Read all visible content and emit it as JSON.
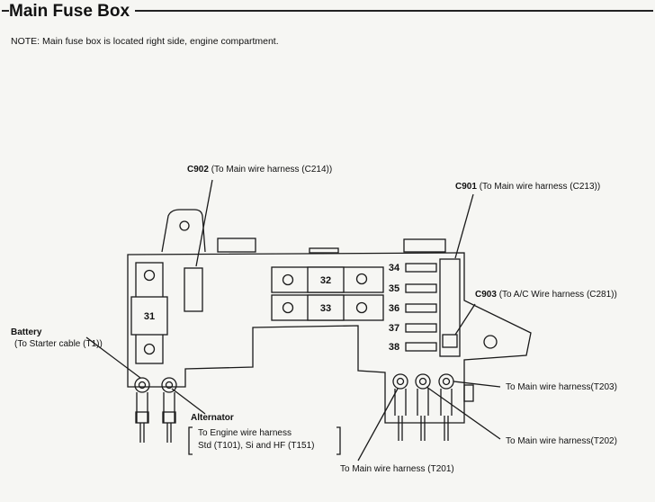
{
  "title": "Main Fuse Box",
  "note": "NOTE: Main fuse box is located right side, engine compartment.",
  "connectors": {
    "c902": {
      "id": "C902",
      "desc": "(To Main wire harness (C214))"
    },
    "c901": {
      "id": "C901",
      "desc": "(To Main wire harness (C213))"
    },
    "c903": {
      "id": "C903",
      "desc": "(To A/C Wire harness (C281))"
    }
  },
  "fuses": {
    "f31": "31",
    "f32": "32",
    "f33": "33",
    "f34": "34",
    "f35": "35",
    "f36": "36",
    "f37": "37",
    "f38": "38"
  },
  "battery": {
    "title": "Battery",
    "desc": "(To Starter cable (T1))"
  },
  "alternator": {
    "title": "Alternator",
    "line1": "To Engine wire harness",
    "line2": "Std (T101), Si and HF (T151)"
  },
  "harness": {
    "t203": "To Main wire harness(T203)",
    "t202": "To Main wire harness(T202)",
    "t201": "To Main wire harness (T201)"
  }
}
